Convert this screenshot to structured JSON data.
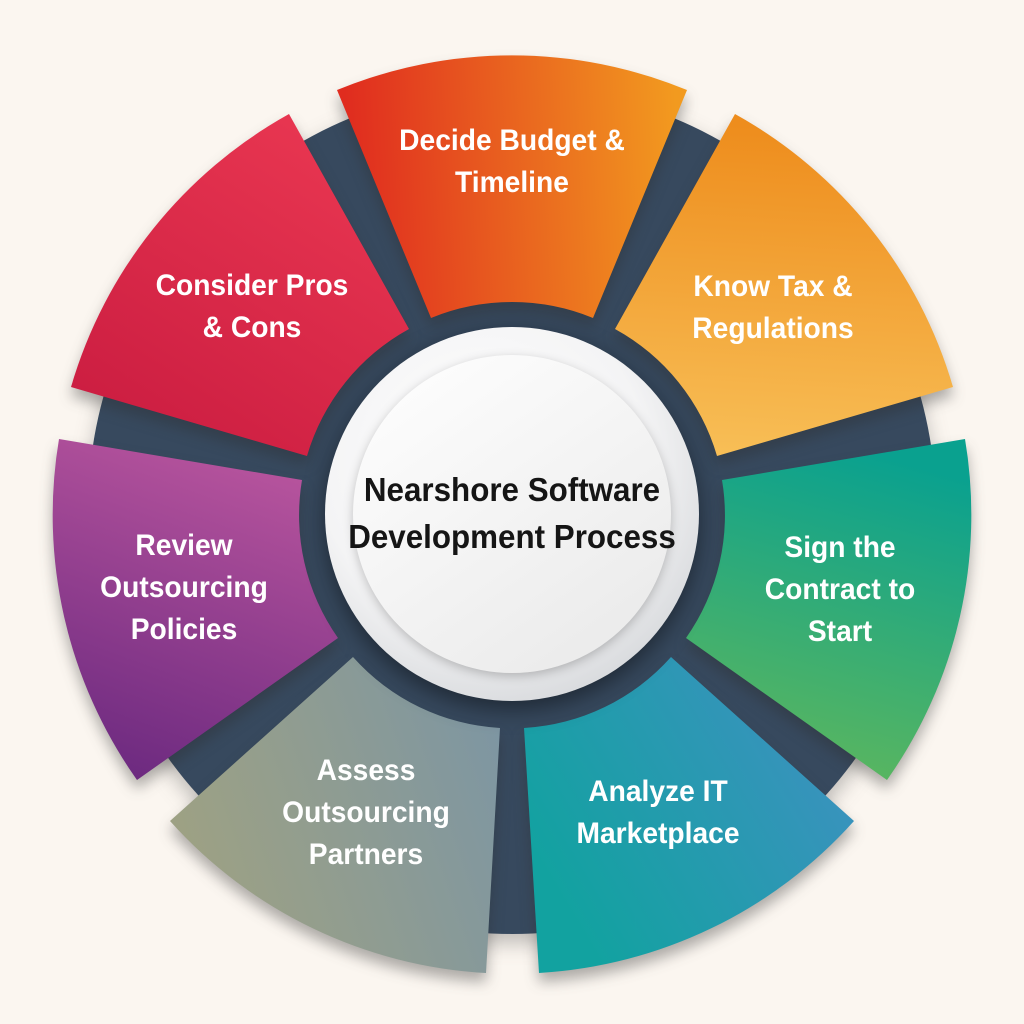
{
  "title": {
    "full": "Nearshore Software Development Process",
    "lines": [
      "Nearshore Software",
      "Development Process"
    ]
  },
  "colors": {
    "background": "#fbf6f0",
    "ring": "#37495e",
    "center_text": "#151515",
    "label_text": "#ffffff",
    "center_disc_edge": "#c9ccd0",
    "center_disc_face": "#ffffff"
  },
  "segments": [
    {
      "id": "decide-budget",
      "label": "Decide Budget & Timeline",
      "lines": [
        "Decide Budget &",
        "Timeline"
      ],
      "color_start": "#e02c1f",
      "color_end": "#f29a1f"
    },
    {
      "id": "know-tax",
      "label": "Know Tax & Regulations",
      "lines": [
        "Know Tax &",
        "Regulations"
      ],
      "color_start": "#ee8d1d",
      "color_end": "#f8c058"
    },
    {
      "id": "sign-contract",
      "label": "Sign the Contract to Start",
      "lines": [
        "Sign the",
        "Contract to",
        "Start"
      ],
      "color_start": "#0aa18f",
      "color_end": "#8bc342"
    },
    {
      "id": "analyze-it",
      "label": "Analyze IT Marketplace",
      "lines": [
        "Analyze IT",
        "Marketplace"
      ],
      "color_start": "#12a2a0",
      "color_end": "#428fc4"
    },
    {
      "id": "assess-partners",
      "label": "Assess Outsourcing Partners",
      "lines": [
        "Assess",
        "Outsourcing",
        "Partners"
      ],
      "color_start": "#9da184",
      "color_end": "#7b95a5"
    },
    {
      "id": "review-policies",
      "label": "Review Outsourcing Policies",
      "lines": [
        "Review",
        "Outsourcing",
        "Policies"
      ],
      "color_start": "#b9559e",
      "color_end": "#6d2a80"
    },
    {
      "id": "consider-pros",
      "label": "Consider Pros & Cons",
      "lines": [
        "Consider Pros",
        "& Cons"
      ],
      "color_start": "#e73550",
      "color_end": "#cb1d41"
    }
  ]
}
